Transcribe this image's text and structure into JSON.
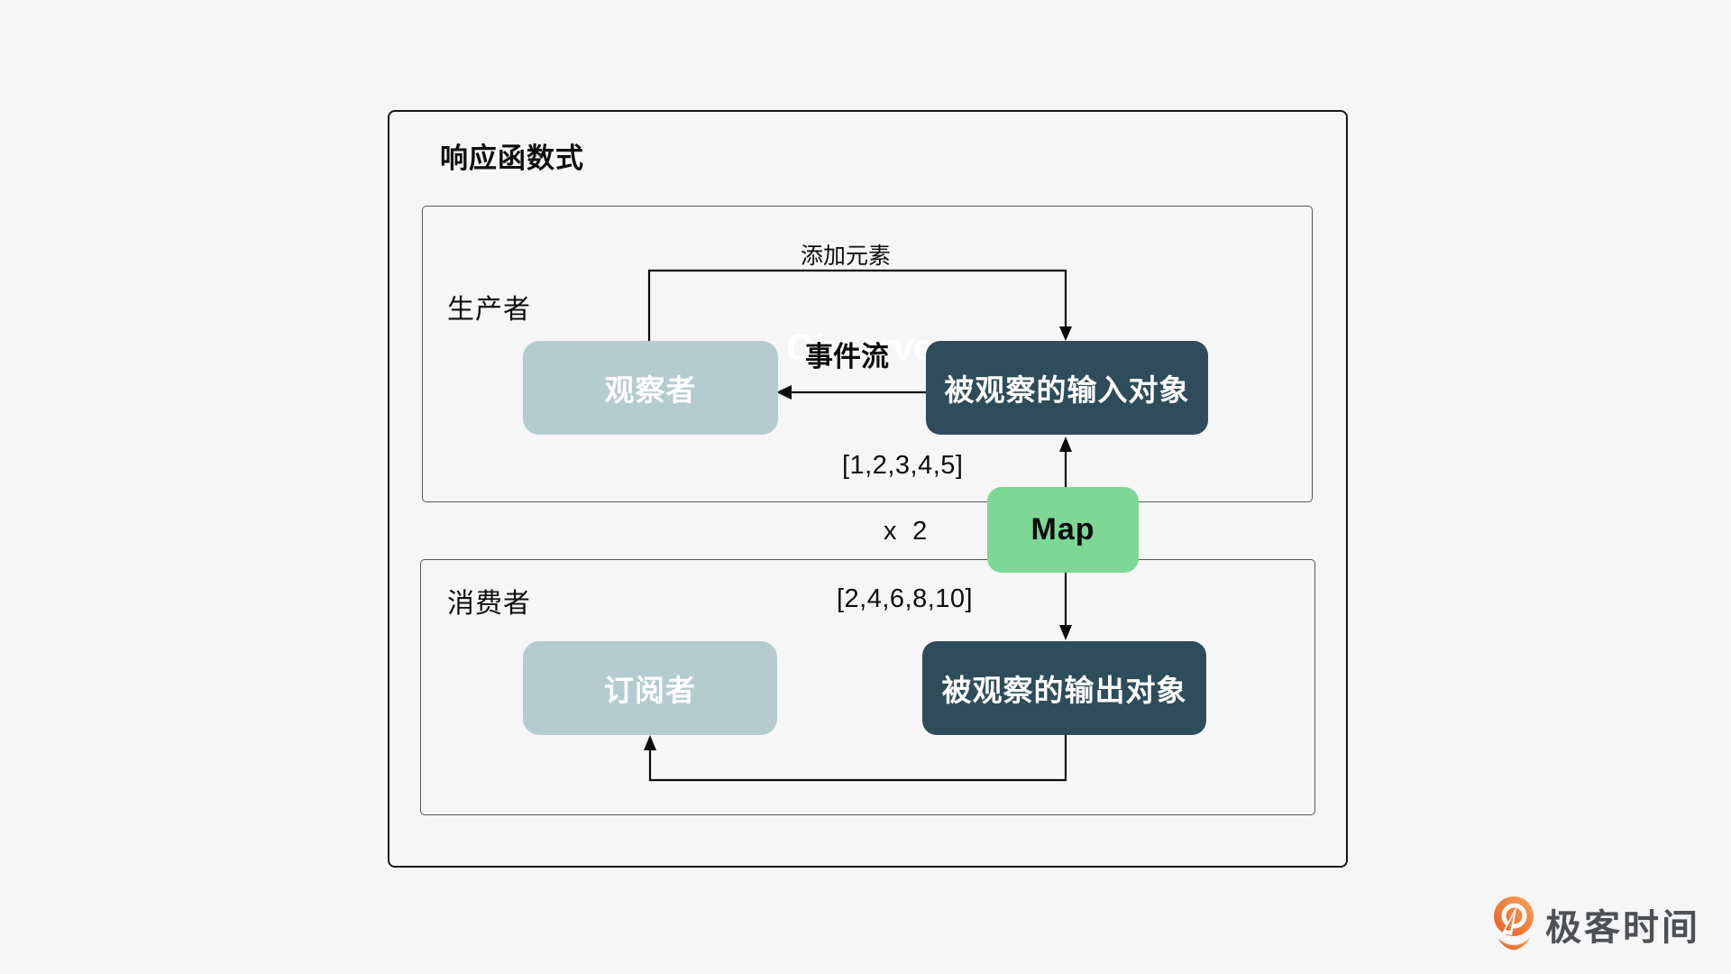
{
  "page": {
    "background_color": "#f5f6f5",
    "line_color": "#0c0c0c"
  },
  "diagram": {
    "title": "响应函数式",
    "producer": {
      "label": "生产者"
    },
    "consumer": {
      "label": "消费者"
    },
    "nodes": {
      "observer": {
        "label": "观察者",
        "color": "#b5cccf",
        "text_color": "#ffffff"
      },
      "observable_input": {
        "label": "被观察的输入对象",
        "color": "#2f4c5b",
        "text_color": "#ffffff"
      },
      "map": {
        "label": "Map",
        "color": "#7dd795",
        "text_color": "#0b0c0d"
      },
      "subscriber": {
        "label": "订阅者",
        "color": "#b5cccf",
        "text_color": "#ffffff"
      },
      "observable_output": {
        "label": "被观察的输出对象",
        "color": "#2f4c5b",
        "text_color": "#ffffff"
      }
    },
    "labels": {
      "add_element": "添加元素",
      "event_stream": "事件流",
      "observer_watermark": "Observer",
      "input_list": "[1,2,3,4,5]",
      "transform": "x  2",
      "output_list": "[2,4,6,8,10]"
    },
    "arrows": [
      {
        "name": "add-element-arrow",
        "from": "observer-top",
        "to": "observable-input-top"
      },
      {
        "name": "event-stream-arrow",
        "from": "observable-input-left",
        "to": "observer-right"
      },
      {
        "name": "input-to-map-arrow",
        "from": "map-top",
        "to": "observable-input-bottom"
      },
      {
        "name": "map-to-output-arrow",
        "from": "map-bottom",
        "to": "observable-output-top"
      },
      {
        "name": "output-to-subscriber-arrow",
        "from": "observable-output-bottom",
        "to": "subscriber-bottom"
      }
    ]
  },
  "footer": {
    "brand": "极客时间",
    "brand_text_color": "#4d5055",
    "brand_icon_color": "#ec6a2b"
  }
}
